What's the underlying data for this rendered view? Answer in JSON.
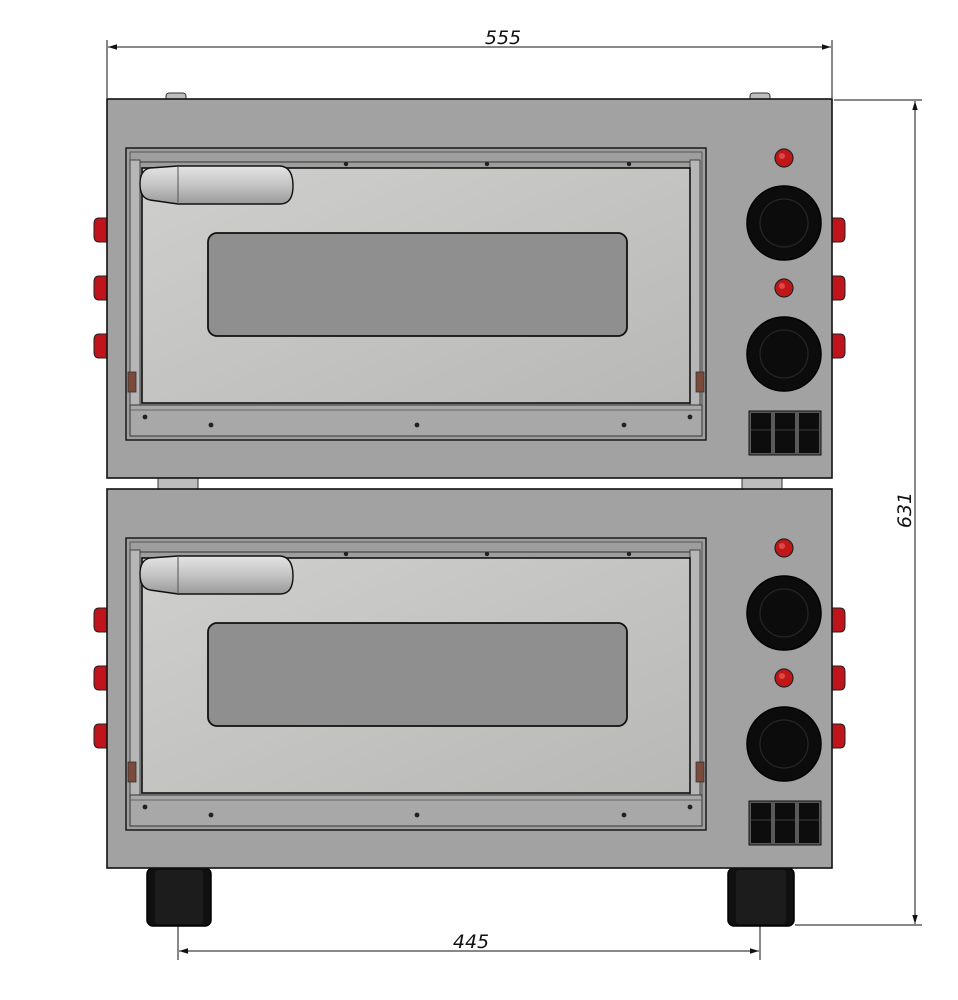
{
  "dimensions": {
    "overall_width": "555",
    "overall_height": "631",
    "feet_spacing": "445"
  },
  "colors": {
    "body": "#a2a2a2",
    "door": "#c2c2c0",
    "window": "#8f8f8f",
    "handle": "#c8c8c8",
    "knob": "#0c0c0c",
    "indicator_lamp": "#c01818",
    "side_bumper": "#c0141c",
    "foot": "#101010",
    "outline": "#111111"
  },
  "ovens": [
    {
      "id": "upper-oven-deck"
    },
    {
      "id": "lower-oven-deck"
    }
  ]
}
